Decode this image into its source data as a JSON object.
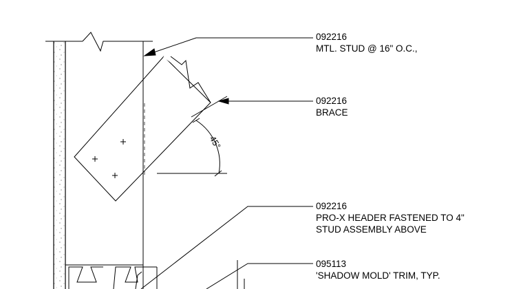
{
  "callouts": [
    {
      "code": "092216",
      "text": [
        "MTL. STUD @ 16\" O.C.,"
      ]
    },
    {
      "code": "092216",
      "text": [
        "BRACE"
      ]
    },
    {
      "code": "092216",
      "text": [
        "PRO-X HEADER FASTENED TO 4\"",
        "STUD ASSEMBLY ABOVE"
      ]
    },
    {
      "code": "095113",
      "text": [
        "'SHADOW MOLD' TRIM, TYP."
      ]
    }
  ],
  "dimension": {
    "angle": "45°"
  }
}
